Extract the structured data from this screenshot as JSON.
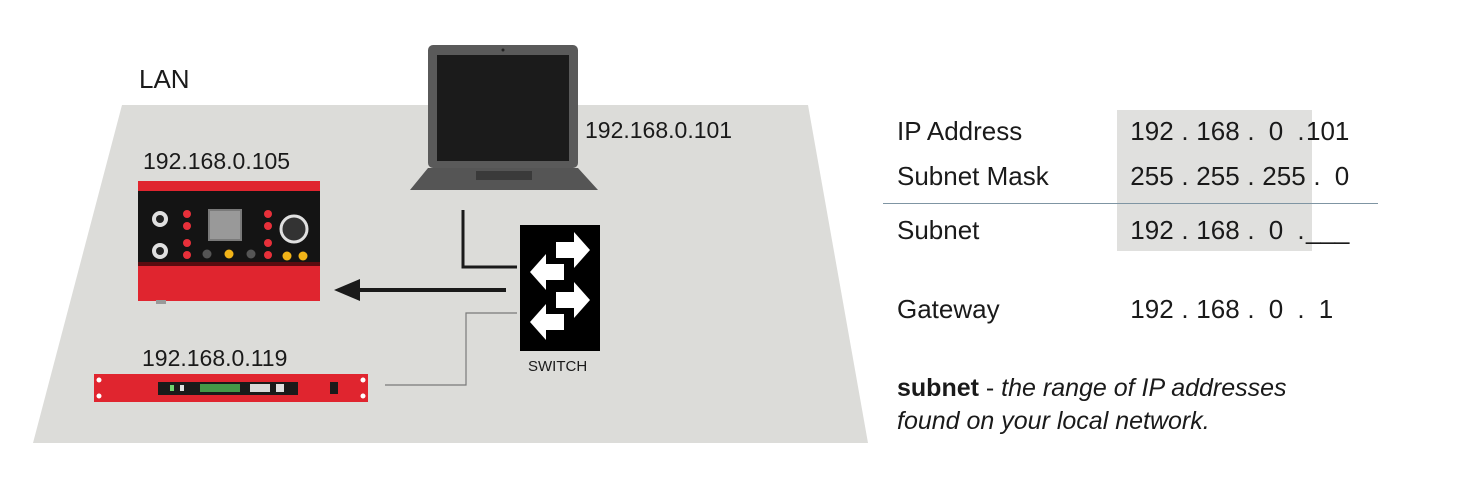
{
  "lan_label": "LAN",
  "devices": {
    "laptop_ip": "192.168.0.101",
    "red_interface_ip": "192.168.0.105",
    "rack_unit_ip": "192.168.0.119",
    "switch_label": "SWITCH"
  },
  "table": {
    "rows": [
      {
        "label": "IP Address",
        "o1": "192",
        "o2": "168",
        "o3": "0",
        "o4": "101"
      },
      {
        "label": "Subnet Mask",
        "o1": "255",
        "o2": "255",
        "o3": "255",
        "o4": "0"
      },
      {
        "label": "Subnet",
        "o1": "192",
        "o2": "168",
        "o3": "0",
        "o4": "___"
      },
      {
        "label": "Gateway",
        "o1": "192",
        "o2": "168",
        "o3": "0",
        "o4": "1"
      }
    ]
  },
  "definition": {
    "term": "subnet",
    "separator": " - ",
    "text_line1": "the range of IP addresses",
    "text_line2": "found on your local network."
  },
  "colors": {
    "lan_floor": "#dcdcd9",
    "device_red": "#e0252f",
    "laptop_gray": "#555555",
    "table_highlight": "#e0e0de"
  }
}
